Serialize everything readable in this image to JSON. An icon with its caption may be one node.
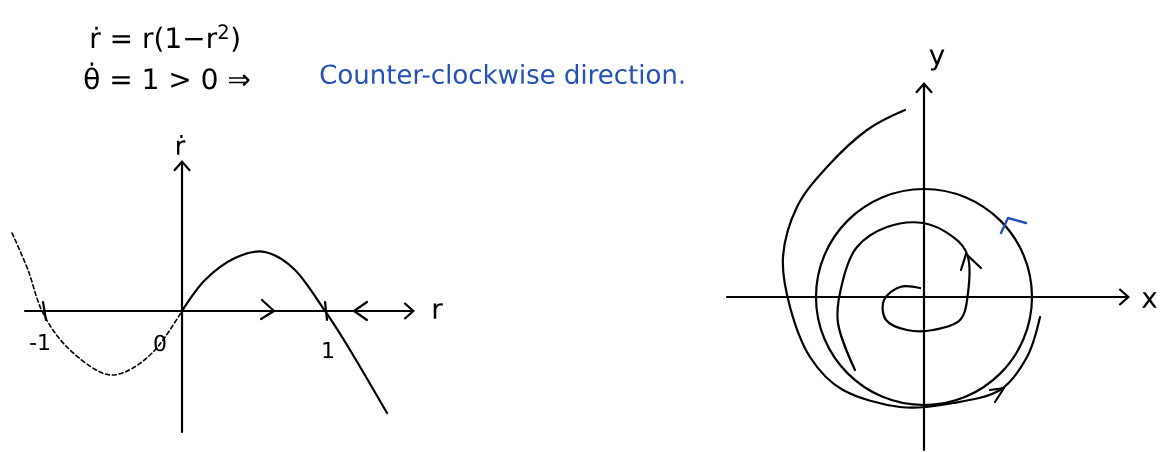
{
  "diagram": {
    "labels": [
      "ṙ = r(1−r$^{2}$)",
      "θ̇ = 1 > 0 ⇒",
      "Counter-clockwise direction.",
      "ṙ",
      "r",
      "-1",
      "0",
      "1",
      "y",
      "x"
    ]
  }
}
